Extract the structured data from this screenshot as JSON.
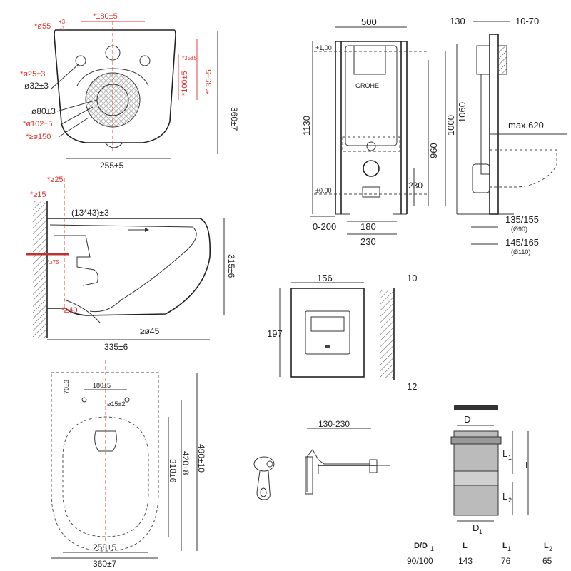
{
  "bowl_top": {
    "d55": "*ø55",
    "d55_tol_up": "+3",
    "d55_tol_dn": "-1",
    "w180": "*180±5",
    "d25": "*ø25±3",
    "d32": "ø32±3",
    "d35": "*35±5",
    "d100": "*100±5",
    "d135": "*135±5",
    "h360": "360±7",
    "d80": "ø80±3",
    "d102": "*ø102±5",
    "d150": "*≥ø150",
    "w255": "255±5"
  },
  "bowl_side": {
    "g25": "*≥25",
    "g15": "*≥15",
    "hole": "(13*43)±3",
    "g75": "*≥75",
    "h315": "315±6",
    "g40": "*≥40",
    "d45": "≥ø45",
    "w335": "335±6"
  },
  "bowl_plan": {
    "t70": "70±3",
    "w180": "180±5",
    "d15": "ø15±2",
    "h318": "318±6",
    "h420": "420±8",
    "h490": "490±10",
    "w258": "258±5",
    "w360": "360±7"
  },
  "frame_front": {
    "w500": "500",
    "plus100": "+1,00",
    "h1130": "1130",
    "h1000": "1000",
    "h960": "960",
    "h230": "230",
    "zero": "±0,00",
    "range0200": "0-200",
    "w180": "180",
    "w230": "230",
    "brand": "GROHE"
  },
  "frame_side": {
    "w130": "130",
    "r1070": "10-70",
    "h1060": "1060",
    "max620": "max.620",
    "r135": "135/155",
    "d90": "(Ø90)",
    "r145": "145/165",
    "d110": "(Ø110)"
  },
  "plate": {
    "w156": "156",
    "t10": "10",
    "h197": "197",
    "t12": "12"
  },
  "bolt": {
    "r130230": "130-230"
  },
  "pipe": {
    "label_d": "D",
    "label_l": "L",
    "label_l1": "L",
    "label_l2": "L",
    "label_d1": "D"
  },
  "pipe_table": {
    "headers": [
      "D/D",
      "L",
      "L",
      "L"
    ],
    "header_subs": [
      "1",
      "",
      "1",
      "2"
    ],
    "values": [
      "90/100",
      "143",
      "76",
      "65"
    ]
  }
}
